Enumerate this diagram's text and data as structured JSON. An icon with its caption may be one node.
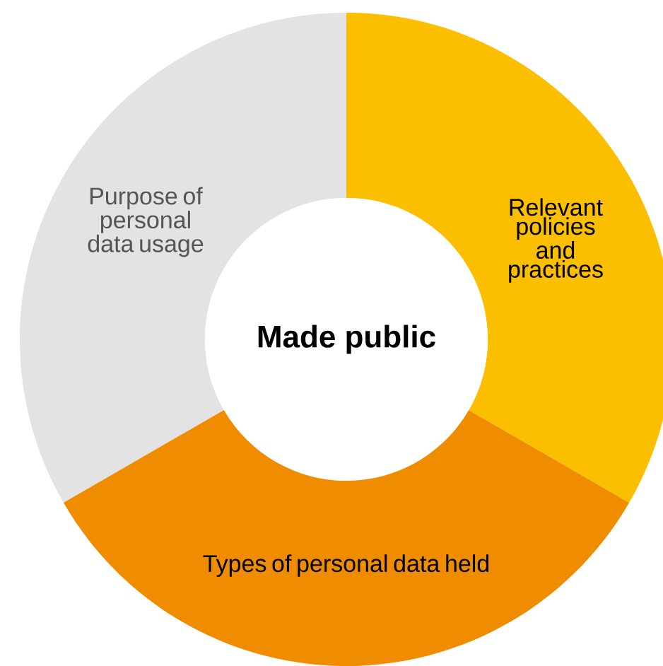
{
  "diagram": {
    "nodes": [
      {
        "text": [
          "Purpose of personal data usage"
        ]
      },
      {
        "text": [
          "Relevant policies and practices"
        ]
      },
      {
        "text": [
          "Made public"
        ]
      },
      {
        "text": [
          "Types of personal data held"
        ]
      }
    ]
  }
}
